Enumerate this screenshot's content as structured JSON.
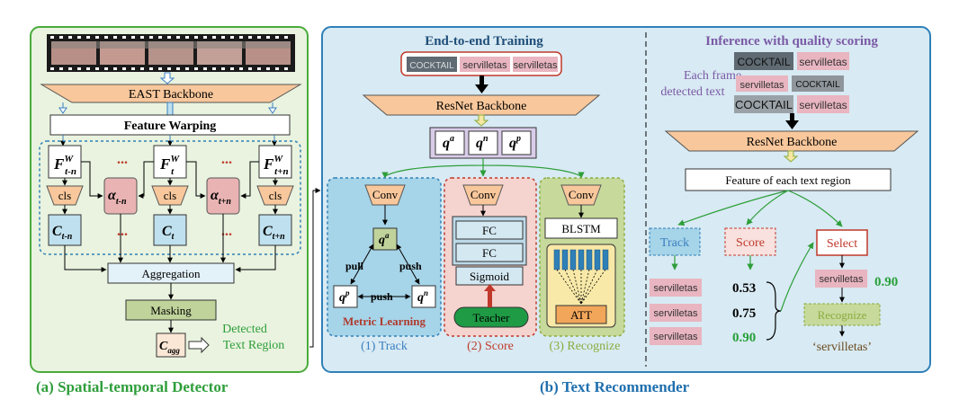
{
  "colors": {
    "panel_a_bg": "#e9f3df",
    "panel_a_border": "#4aab3c",
    "panel_b_bg": "#d8eaf3",
    "panel_b_border": "#2f80b8",
    "orange": "#f8c79b",
    "blue_box": "#bfe0ee",
    "alpha_box": "#e9b3b3",
    "green_box": "#bfd39b",
    "track_color": "#3a7fc1",
    "score_color": "#c0392b",
    "recognize_color": "#8aac3e",
    "metric_color": "#b03a2e",
    "teacher_green": "#1f9a45",
    "score_green": "#27a03a",
    "title_blue": "#1f4e79",
    "title_purple": "#7b5aa6",
    "caption_green": "#2e9e3a",
    "caption_blue": "#1f6fae"
  },
  "panel_a": {
    "caption": "(a) Spatial-temporal Detector",
    "backbone": "EAST Backbone",
    "warping": "Feature Warping",
    "cls": "cls",
    "aggregation": "Aggregation",
    "masking": "Masking",
    "detected_line1": "Detected",
    "detected_line2": "Text Region",
    "dots": "...",
    "f_left": {
      "main": "F",
      "sup": "W",
      "sub": "t-n"
    },
    "f_mid": {
      "main": "F",
      "sup": "W",
      "sub": "t"
    },
    "f_right": {
      "main": "F",
      "sup": "W",
      "sub": "t+n"
    },
    "alpha_left": {
      "main": "α",
      "sub": "t-n"
    },
    "alpha_right": {
      "main": "α",
      "sub": "t+n"
    },
    "c_left": {
      "main": "C",
      "sub": "t-n"
    },
    "c_mid": {
      "main": "C",
      "sub": "t"
    },
    "c_right": {
      "main": "C",
      "sub": "t+n"
    },
    "c_agg": {
      "main": "C",
      "sub": "agg"
    }
  },
  "panel_b": {
    "caption": "(b) Text Recommender",
    "train_title": "End-to-end Training",
    "infer_title": "Inference with quality scoring",
    "crops": [
      "COCKTAIL",
      "servilletas",
      "servilletas"
    ],
    "resnet": "ResNet Backbone",
    "q_labels": [
      {
        "main": "q",
        "sup": "a"
      },
      {
        "main": "q",
        "sup": "n"
      },
      {
        "main": "q",
        "sup": "p"
      }
    ],
    "conv": "Conv",
    "fc": "FC",
    "sigmoid": "Sigmoid",
    "teacher": "Teacher",
    "blstm": "BLSTM",
    "att": "ATT",
    "pull": "pull",
    "push": "push",
    "metric_learning": "Metric Learning",
    "branch_track": "(1) Track",
    "branch_score": "(2) Score",
    "branch_recognize": "(3) Recognize",
    "each_frame_line1": "Each frame",
    "each_frame_line2": "detected text",
    "frame_crops": [
      "COCKTAIL",
      "servilletas",
      "servilletas",
      "COCKTAIL",
      "COCKTAIL",
      "servilletas"
    ],
    "feature_region": "Feature of each text region",
    "track_btn": "Track",
    "score_btn": "Score",
    "select_btn": "Select",
    "scores": [
      "0.53",
      "0.75",
      "0.90"
    ],
    "selected_crop": "servilletas",
    "selected_score": "0.90",
    "recognize_btn": "Recognize",
    "result": "‘servilletas’"
  }
}
